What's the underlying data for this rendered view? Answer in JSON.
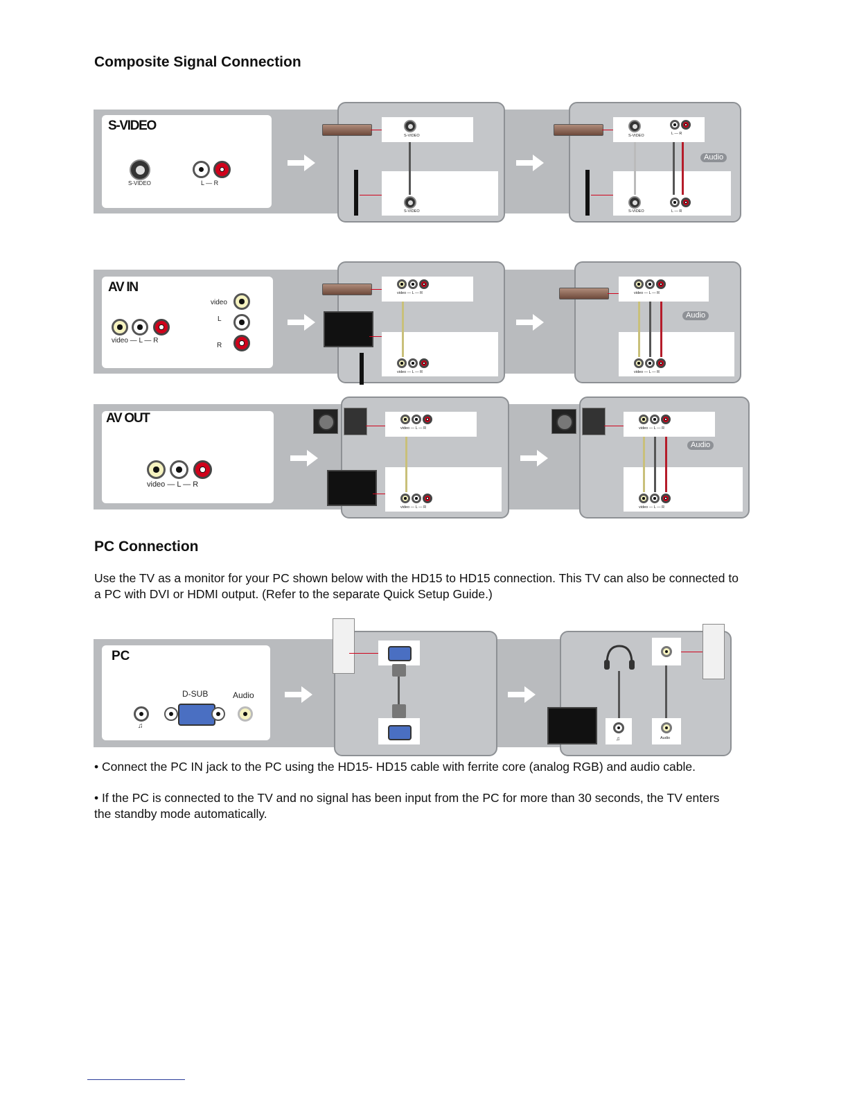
{
  "headings": {
    "composite": "Composite Signal Connection",
    "pc": "PC Connection"
  },
  "pc_intro": "Use the TV as a monitor for your PC shown below with the HD15 to HD15 connection. This TV can also be connected to a PC with DVI or HDMI output. (Refer to the separate Quick Setup Guide.)",
  "bullets": [
    "• Connect the PC IN jack to the PC using the HD15- HD15 cable with ferrite core (analog RGB) and audio cable.",
    "• If the PC is connected to the TV and no signal has been input from the PC for more than 30 seconds, the TV enters the standby mode automatically."
  ],
  "diagrams": {
    "svideo": {
      "title": "S-VIDEO",
      "svideo_label": "S-VIDEO",
      "lr_label": "L — R",
      "audio_badge": "Audio"
    },
    "avin": {
      "title": "AV IN",
      "row_label": "video — L — R",
      "col_video": "video",
      "col_l": "L",
      "col_r": "R",
      "audio_badge": "Audio"
    },
    "avout": {
      "title": "AV OUT",
      "row_label": "video — L — R",
      "audio_badge": "Audio"
    },
    "pc": {
      "title": "PC",
      "dsub_label": "D-SUB",
      "audio_label": "Audio",
      "headphone_glyph": "♫",
      "audio_small": "Audio"
    }
  },
  "colors": {
    "band": "#b9bbbe",
    "box": "#c4c6c9",
    "jack_red": "#d0021b",
    "jack_yellow": "#f6f3c0",
    "vga_blue": "#4a6fc2"
  }
}
